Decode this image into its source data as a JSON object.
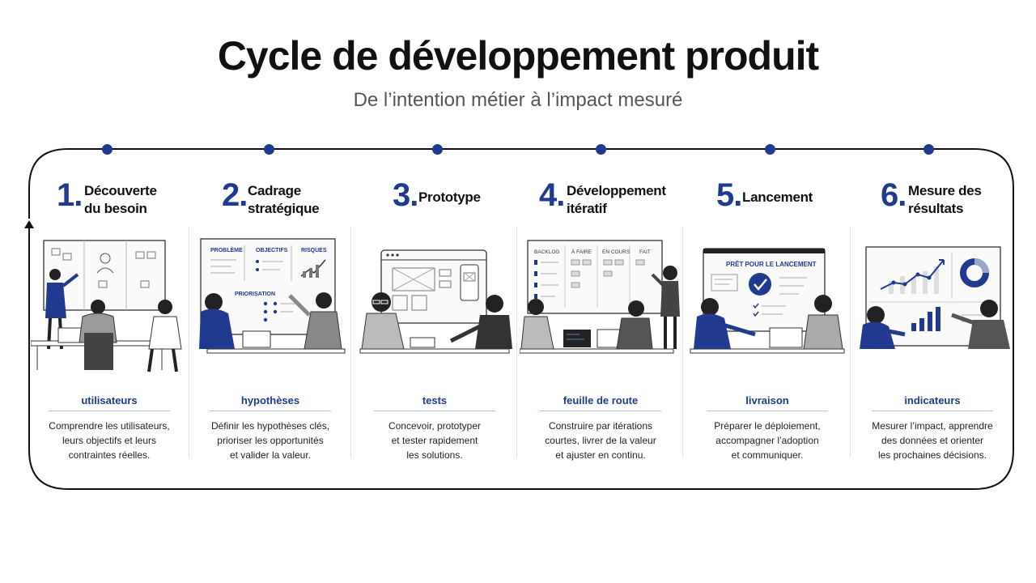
{
  "header": {
    "title": "Cycle de développement produit",
    "subtitle": "De l’intention métier à l’impact mesuré"
  },
  "colors": {
    "accent": "#1f3a8f",
    "line": "#111111",
    "text": "#111111",
    "muted": "#555555"
  },
  "stages": [
    {
      "number": "1.",
      "title_lines": [
        "Découverte",
        "du besoin"
      ],
      "keyword": "utilisateurs",
      "description_lines": [
        "Comprendre les utilisateurs,",
        "leurs objectifs et leurs",
        "contraintes réelles."
      ],
      "icon": "discovery-workshop-illustration"
    },
    {
      "number": "2.",
      "title_lines": [
        "Cadrage",
        "stratégique"
      ],
      "keyword": "hypothèses",
      "description_lines": [
        "Définir les hypothèses clés,",
        "prioriser les opportunités",
        "et valider la valeur."
      ],
      "icon": "strategy-board-illustration",
      "board": {
        "col1": "PROBLÈME",
        "col2": "OBJECTIFS",
        "col3": "RISQUES",
        "section": "PRIORISATION"
      }
    },
    {
      "number": "3.",
      "title_lines": [
        "Prototype"
      ],
      "keyword": "tests",
      "description_lines": [
        "Concevoir, prototyper",
        "et tester rapidement",
        "les solutions."
      ],
      "icon": "prototype-wireframe-illustration"
    },
    {
      "number": "4.",
      "title_lines": [
        "Développement",
        "itératif"
      ],
      "keyword": "feuille de route",
      "description_lines": [
        "Construire par itérations",
        "courtes, livrer de la valeur",
        "et ajuster en continu."
      ],
      "icon": "kanban-board-illustration",
      "board": {
        "col1": "BACKLOG",
        "col2": "À FAIRE",
        "col3": "EN COURS",
        "col4": "FAIT"
      }
    },
    {
      "number": "5.",
      "title_lines": [
        "Lancement"
      ],
      "keyword": "livraison",
      "description_lines": [
        "Préparer le déploiement,",
        "accompagner l’adoption",
        "et communiquer."
      ],
      "icon": "launch-checklist-illustration",
      "board": {
        "banner": "PRÊT POUR LE LANCEMENT"
      }
    },
    {
      "number": "6.",
      "title_lines": [
        "Mesure des",
        "résultats"
      ],
      "keyword": "indicateurs",
      "description_lines": [
        "Mesurer l’impact, apprendre",
        "des données et orienter",
        "les prochaines décisions."
      ],
      "icon": "analytics-dashboard-illustration"
    }
  ]
}
